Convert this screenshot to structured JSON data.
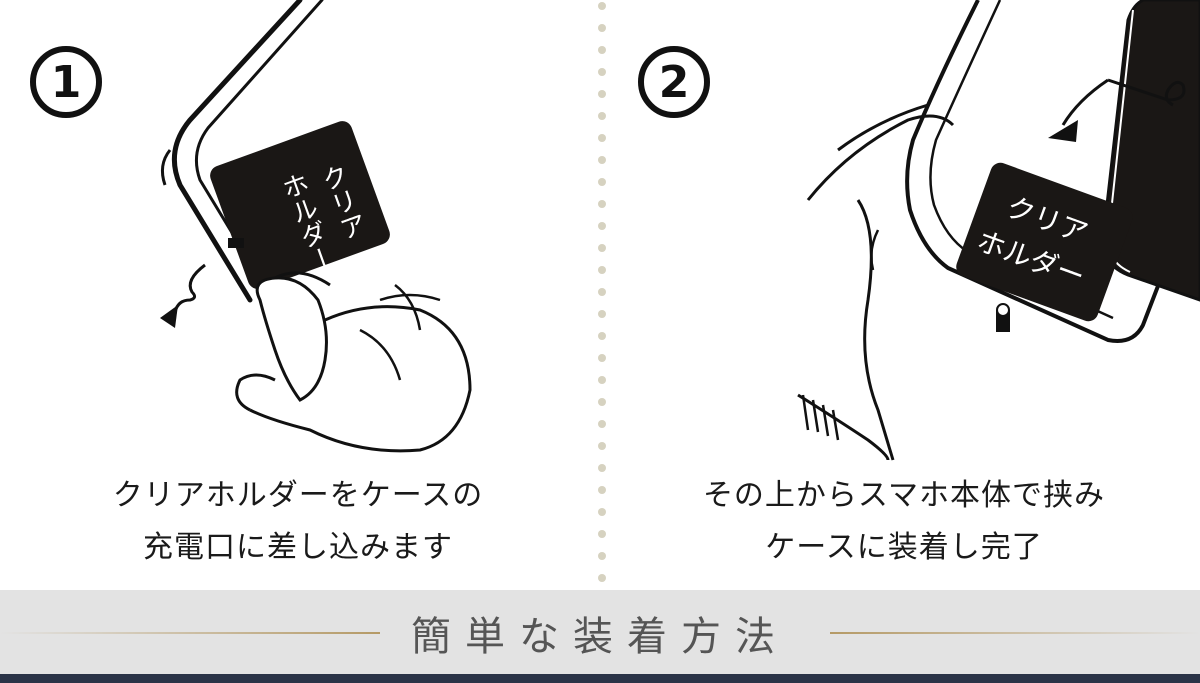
{
  "steps": [
    {
      "number": "1",
      "card_text": [
        "クリア",
        "ホルダー"
      ],
      "caption_lines": [
        "クリアホルダーをケースの",
        "充電口に差し込みます"
      ]
    },
    {
      "number": "2",
      "card_text": [
        "クリア",
        "ホルダー"
      ],
      "caption_lines": [
        "その上からスマホ本体で挟み",
        "ケースに装着し完了"
      ]
    }
  ],
  "banner": {
    "title": "簡単な装着方法"
  },
  "colors": {
    "ink": "#111111",
    "divider_dots": "#d6d2c0",
    "banner_bg": "#e3e3e3",
    "gold": "#b59a66",
    "bottom_strip": "#2a3347"
  }
}
